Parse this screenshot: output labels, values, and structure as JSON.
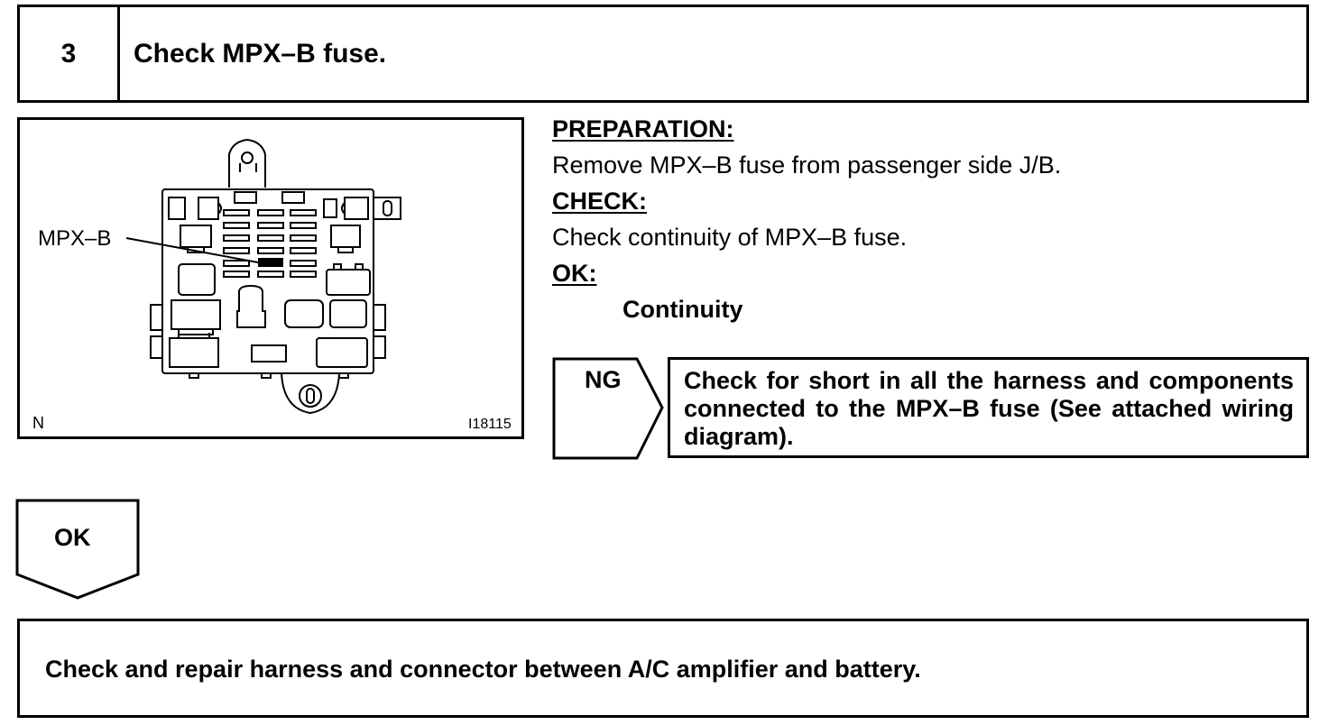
{
  "step": {
    "number": "3",
    "title": "Check MPX–B fuse."
  },
  "figure": {
    "callout_label": "MPX–B",
    "corner_label": "N",
    "figure_code": "I18115"
  },
  "instructions": {
    "preparation_header": "PREPARATION:",
    "preparation_text": "Remove MPX–B fuse from passenger side J/B.",
    "check_header": "CHECK:",
    "check_text": "Check continuity of MPX–B fuse.",
    "ok_header": "OK:",
    "ok_value": "Continuity"
  },
  "ng_branch": {
    "label": "NG",
    "action": "Check for short in all the harness and components connected to the MPX–B fuse (See attached wiring diagram)."
  },
  "ok_branch": {
    "label": "OK",
    "action": "Check and repair harness and connector between A/C amplifier and battery."
  }
}
